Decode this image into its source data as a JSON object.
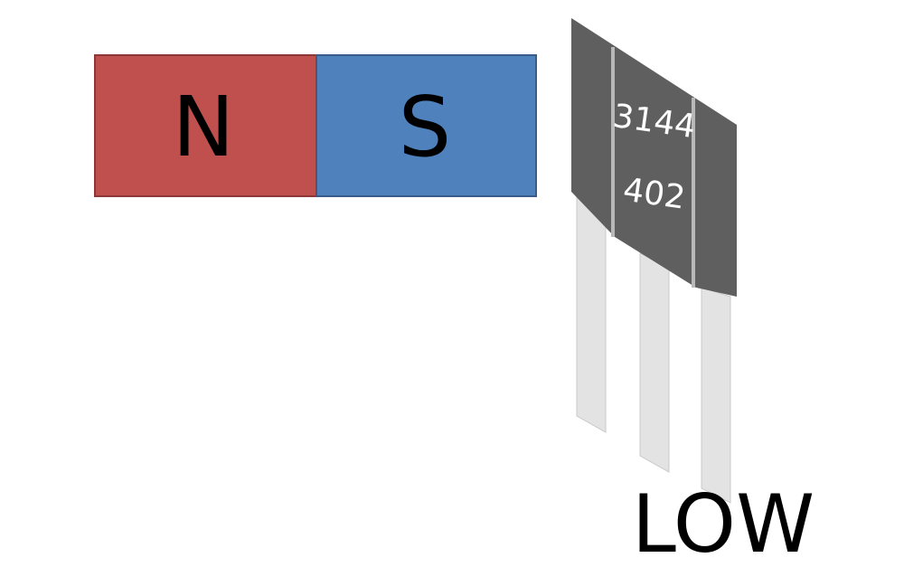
{
  "magnet": {
    "north": {
      "label": "N",
      "color": "#c0504d"
    },
    "south": {
      "label": "S",
      "color": "#4f81bd"
    }
  },
  "sensor": {
    "line1": "3144",
    "line2": "402",
    "body_color": "#5f5f5f",
    "lead_color": "#e3e3e3"
  },
  "output_state": "LOW"
}
